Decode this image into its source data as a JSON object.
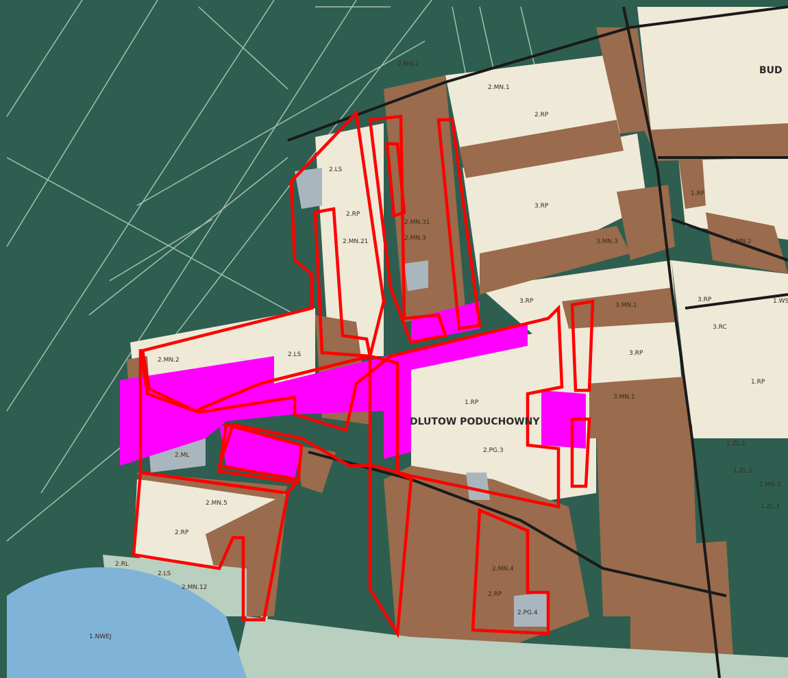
{
  "map": {
    "place_name": "BUD",
    "village_label": "DLUTOW PODUCHOWNY",
    "zone_labels": {
      "z01": "2.MN.2",
      "z02": "2.MN.1",
      "z03": "2.RP",
      "z04": "3.RP",
      "z05": "2.LS",
      "z06": "2.MN.21",
      "z07": "2.MN.3",
      "z08": "3.MN.3",
      "z09": "3.RP",
      "z10": "3.MN.1",
      "z11": "3.RP",
      "z12": "2.MN.31",
      "z13": "2.RP",
      "z14": "2.LS",
      "z15": "1.RP",
      "z16": "2.MN.2",
      "z17": "2.ML",
      "z18": "2.MN.5",
      "z19": "2.RP",
      "z20": "2.RL",
      "z21": "2.LS",
      "z22": "2.MN.12",
      "z23": "1.NWEJ",
      "z24": "2.PG.3",
      "z25": "2.MN.4",
      "z26": "2.RP",
      "z27": "2.PG.4",
      "z28": "3.MN.1",
      "z29": "3.RP",
      "z30": "3.MN.2",
      "z31": "1.RP",
      "z32": "3.RC",
      "z33": "1.RP",
      "z34": "1.ZL.1",
      "z35": "1.ZL.2",
      "z36": "1.MN.5",
      "z37": "1.ZL.1",
      "z38": "1.WS"
    },
    "colors": {
      "forest": "#2e5e50",
      "residential": "#9a6b4c",
      "agricultural": "#efe9d8",
      "grey_zone": "#aab6be",
      "water": "#7fb3d8",
      "meadow": "#b9cfc0",
      "highlight_magenta": "#ff00ff",
      "boundary_red": "#ff0000",
      "road_black": "#1a1a1a"
    }
  }
}
